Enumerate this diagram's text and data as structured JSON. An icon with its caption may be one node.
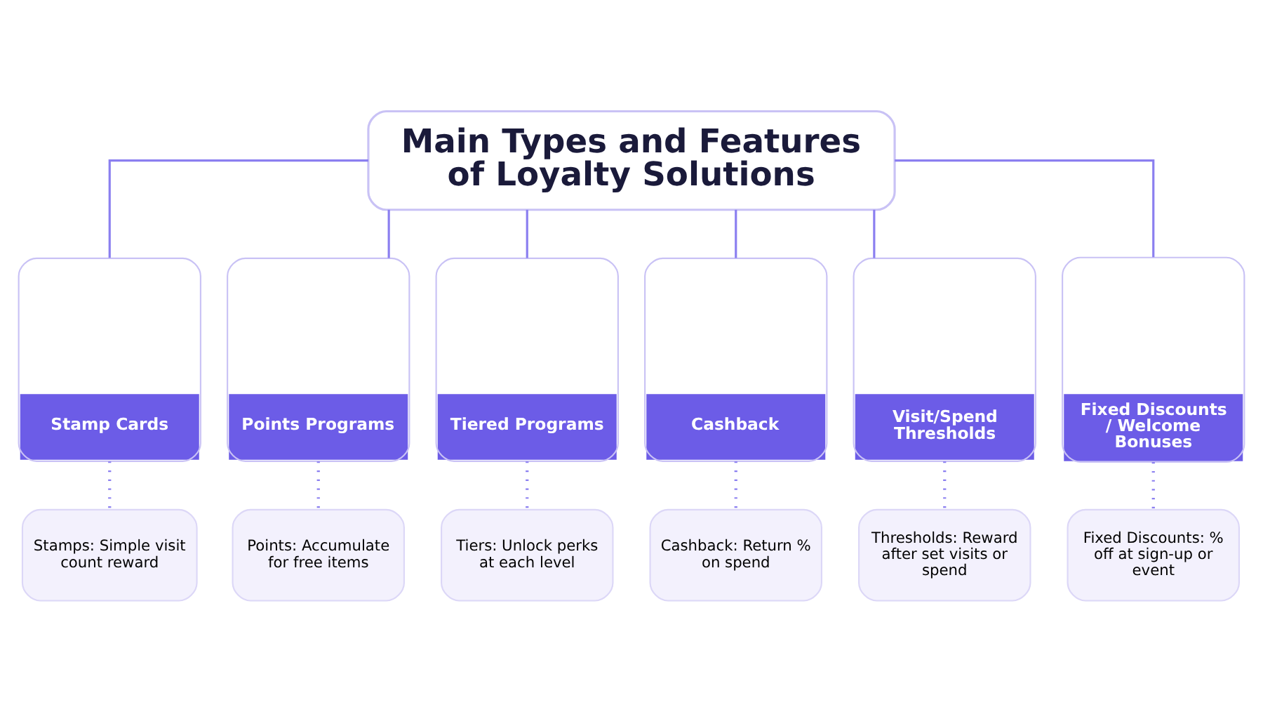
{
  "diagram": {
    "nodes": [
      {
        "text": [
          "Main Types and Features of Loyalty Solutions"
        ]
      },
      {
        "text": [
          "Stamp Cards"
        ]
      },
      {
        "text": [
          "Points Programs"
        ]
      },
      {
        "text": [
          "Tiered Programs"
        ]
      },
      {
        "text": [
          "Cashback"
        ]
      },
      {
        "text": [
          "Visit/Spend Thresholds"
        ]
      },
      {
        "text": [
          "Fixed Discounts / Welcome Bonuses"
        ]
      },
      {
        "text": [
          "Stamps: Simple visit count reward"
        ]
      },
      {
        "text": [
          "Points: Accumulate for free items"
        ]
      },
      {
        "text": [
          "Tiers: Unlock perks at each level"
        ]
      },
      {
        "text": [
          "Cashback: Return % on spend"
        ]
      },
      {
        "text": [
          "Thresholds: Reward after set visits or spend"
        ]
      },
      {
        "text": [
          "Fixed Discounts: % off at sign-up or event"
        ]
      }
    ],
    "edges": [
      {
        "from": 0,
        "to": 1,
        "arrow": "none"
      },
      {
        "from": 0,
        "to": 2,
        "arrow": "none"
      },
      {
        "from": 0,
        "to": 3,
        "arrow": "none"
      },
      {
        "from": 0,
        "to": 4,
        "arrow": "none"
      },
      {
        "from": 0,
        "to": 5,
        "arrow": "none"
      },
      {
        "from": 0,
        "to": 6,
        "arrow": "none"
      },
      {
        "from": 1,
        "to": 7,
        "arrow": "none",
        "style": "dashed"
      },
      {
        "from": 2,
        "to": 8,
        "arrow": "none",
        "style": "dashed"
      },
      {
        "from": 3,
        "to": 9,
        "arrow": "none",
        "style": "dashed"
      },
      {
        "from": 4,
        "to": 10,
        "arrow": "none",
        "style": "dashed"
      },
      {
        "from": 5,
        "to": 11,
        "arrow": "none",
        "style": "dashed"
      },
      {
        "from": 6,
        "to": 12,
        "arrow": "none",
        "style": "dashed"
      }
    ]
  }
}
